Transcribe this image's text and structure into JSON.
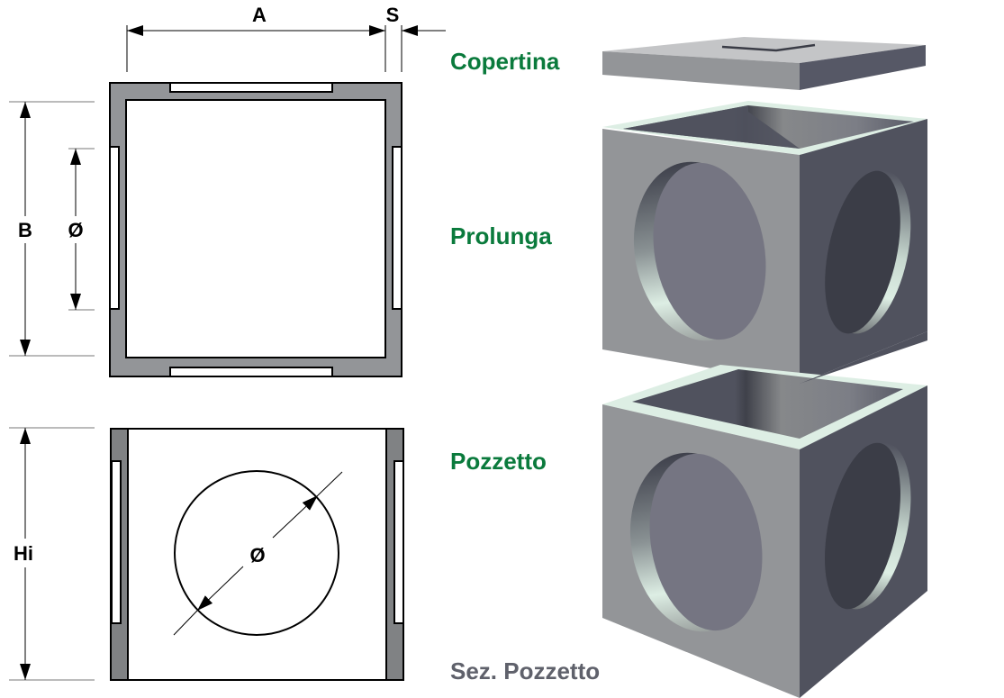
{
  "dimensions": {
    "width_label": "A",
    "wall_label": "S",
    "depth_label": "B",
    "diameter_label": "Ø",
    "height_label": "Hi",
    "section_diameter_label": "Ø"
  },
  "parts": {
    "cover": "Copertina",
    "extension": "Prolunga",
    "well": "Pozzetto",
    "section": "Sez. Pozzetto"
  },
  "colors": {
    "label_green": "#0a7a3c",
    "label_grey": "#5f616b",
    "wall_fill": "#939598",
    "section_wall_fill": "#808284",
    "cube_front": "#939598",
    "cube_side": "#50525e",
    "hole_front": "#757582",
    "hole_side": "#3b3d47",
    "rim": "#ddeee4"
  }
}
